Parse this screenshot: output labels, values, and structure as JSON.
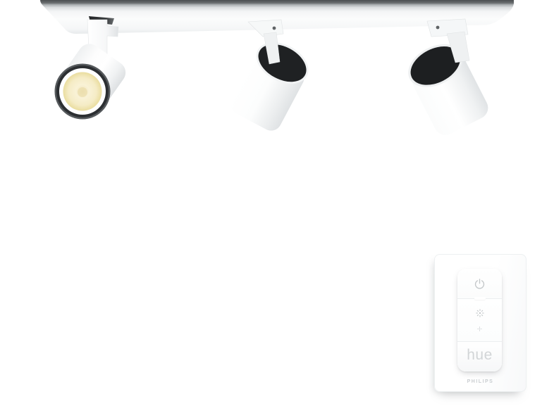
{
  "background_color": "#ffffff",
  "fixture": {
    "rail": {
      "face_color": "#fbfcfc",
      "top_edge_color": "#4b4e50"
    },
    "body_color": "#ffffff",
    "spots": {
      "left": {
        "state": "on",
        "rim_color": "#2c2f32",
        "ring_color": "#ffffff",
        "glow_stops": {
          "c0": "#f0e4ba",
          "c1": "#f9f2d6",
          "c2": "#f5ecc6",
          "c3": "#eadd9f"
        },
        "hotspot_color": "#e7d9a2"
      },
      "middle": {
        "state": "off",
        "opening_color": "#1f2123"
      },
      "right": {
        "state": "off",
        "opening_color": "#1d1f21"
      }
    }
  },
  "dimmer": {
    "plate_color": "#ffffff",
    "remote": {
      "icon_color": "#c3c7c9",
      "dim_icon_color": "#cdd1d3",
      "hue_label": "hue",
      "hue_label_color": "#d2d5d7",
      "buttons": [
        {
          "name": "power",
          "icon": "power-icon"
        },
        {
          "name": "brightness-up",
          "icon": "brightness-up-icon"
        },
        {
          "name": "brightness-down",
          "icon": "brightness-down-icon"
        },
        {
          "name": "hue-scenes",
          "label": "hue"
        }
      ]
    },
    "brand_label": "PHILIPS",
    "brand_label_color": "#c9cdd0"
  }
}
